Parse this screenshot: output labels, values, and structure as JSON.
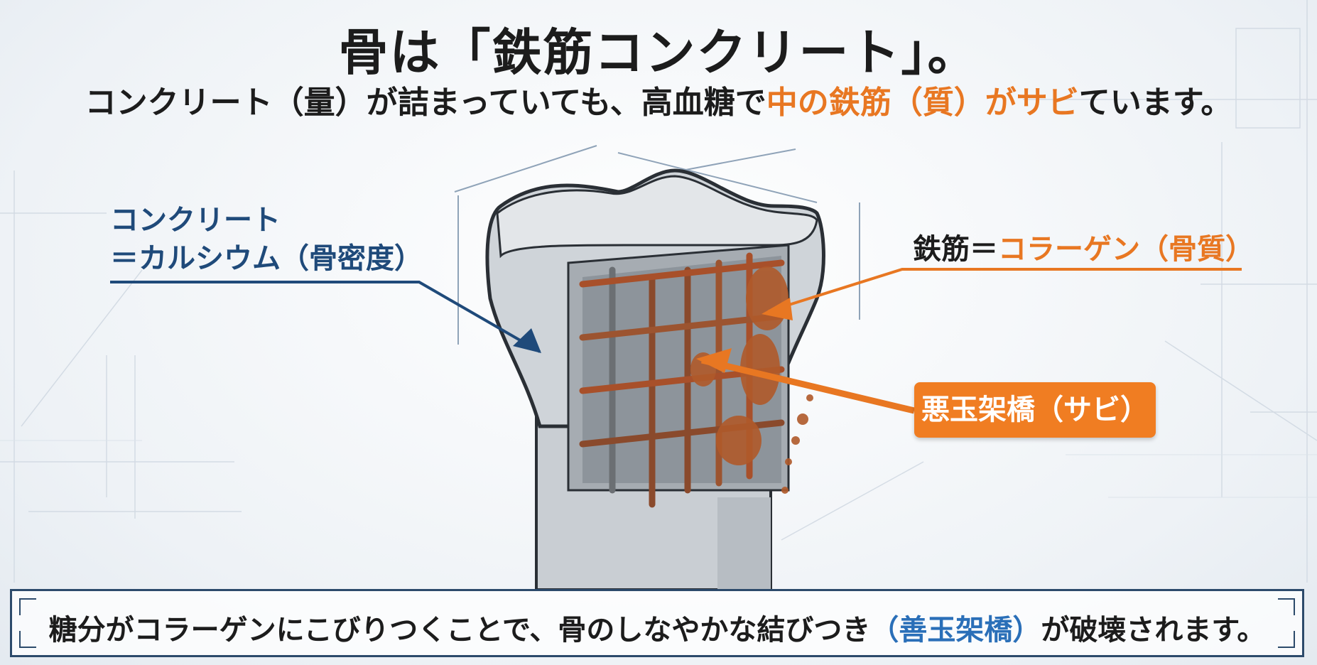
{
  "title": "骨は「鉄筋コンクリート」。",
  "subtitle": {
    "part1": "コンクリート（量）が詰まっていても、高血糖で",
    "highlight": "中の鉄筋（質）がサビ",
    "part2": "ています。"
  },
  "labels": {
    "concrete_line1": "コンクリート",
    "concrete_line2": "＝カルシウム（骨密度）",
    "rebar_prefix": "鉄筋＝",
    "rebar_highlight": "コラーゲン（骨質）",
    "rust_badge": "悪玉架橋（サビ）"
  },
  "footer": {
    "part1": "糖分がコラーゲンにこびりつくことで、骨のしなやかな結びつき",
    "highlight": "（善玉架橋）",
    "part2": "が破壊されます。"
  },
  "colors": {
    "accent_orange": "#e87722",
    "accent_blue": "#1f4a7a",
    "rust": "#a8502a",
    "concrete": "#c8ccd0"
  }
}
